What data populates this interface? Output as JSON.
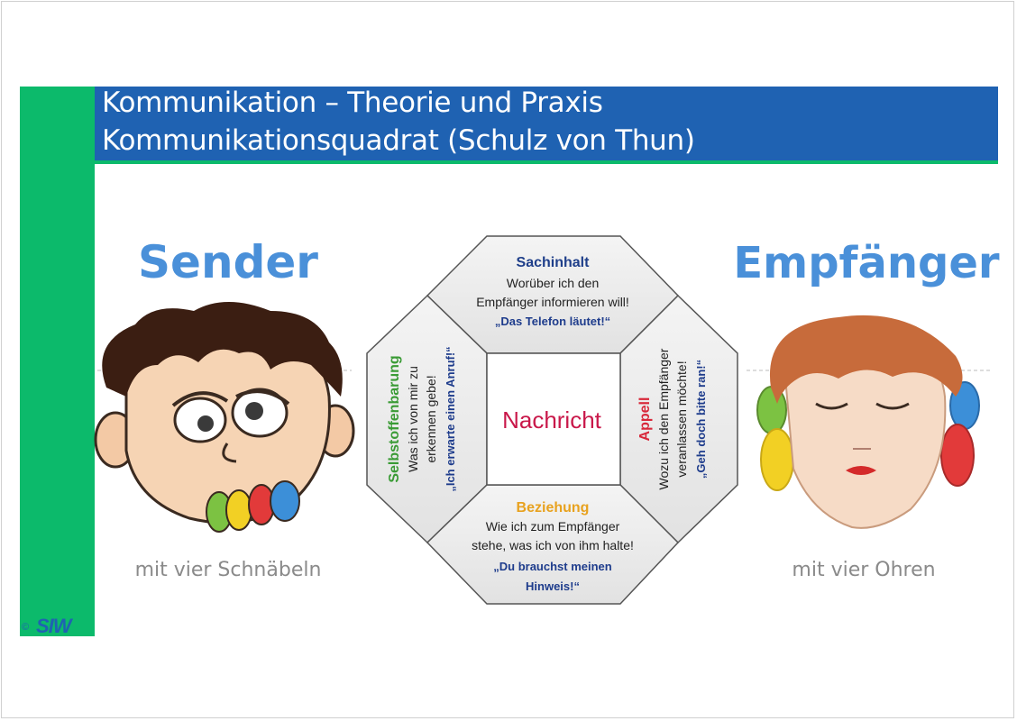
{
  "title": {
    "line1": "Kommunikation – Theorie und Praxis",
    "line2": "Kommunikationsquadrat (Schulz von Thun)"
  },
  "logo": {
    "copyright": "©",
    "text": "SIW"
  },
  "sender": {
    "heading": "Sender",
    "caption": "mit vier Schnäbeln"
  },
  "receiver": {
    "heading": "Empfänger",
    "caption": "mit vier Ohren"
  },
  "center": {
    "label": "Nachricht"
  },
  "sachinhalt": {
    "title": "Sachinhalt",
    "line1": "Worüber ich den",
    "line2": "Empfänger informieren will!",
    "example": "„Das Telefon läutet!“"
  },
  "beziehung": {
    "title": "Beziehung",
    "line1": "Wie ich zum Empfänger",
    "line2": "stehe, was ich von ihm halte!",
    "example1": "„Du brauchst meinen",
    "example2": "Hinweis!“"
  },
  "selbstoffenbarung": {
    "title": "Selbstoffenbarung",
    "line1": "Was ich von mir zu",
    "line2": "erkennen gebe!",
    "example": "„Ich erwarte einen Anruf!“"
  },
  "appell": {
    "title": "Appell",
    "line1": "Wozu ich den Empfänger",
    "line2": "veranlassen möchte!",
    "example": "„Geh doch bitte ran!“"
  },
  "colors": {
    "blue": "#1f62b2",
    "green": "#0cba6b",
    "heading_blue": "#4a90d9",
    "sachinhalt": "#1f3f8a",
    "beziehung": "#e8a21f",
    "selbstoffenbarung": "#3a9b35",
    "appell": "#d8283a",
    "nachricht": "#c9184a",
    "example": "#1e3c8c"
  }
}
